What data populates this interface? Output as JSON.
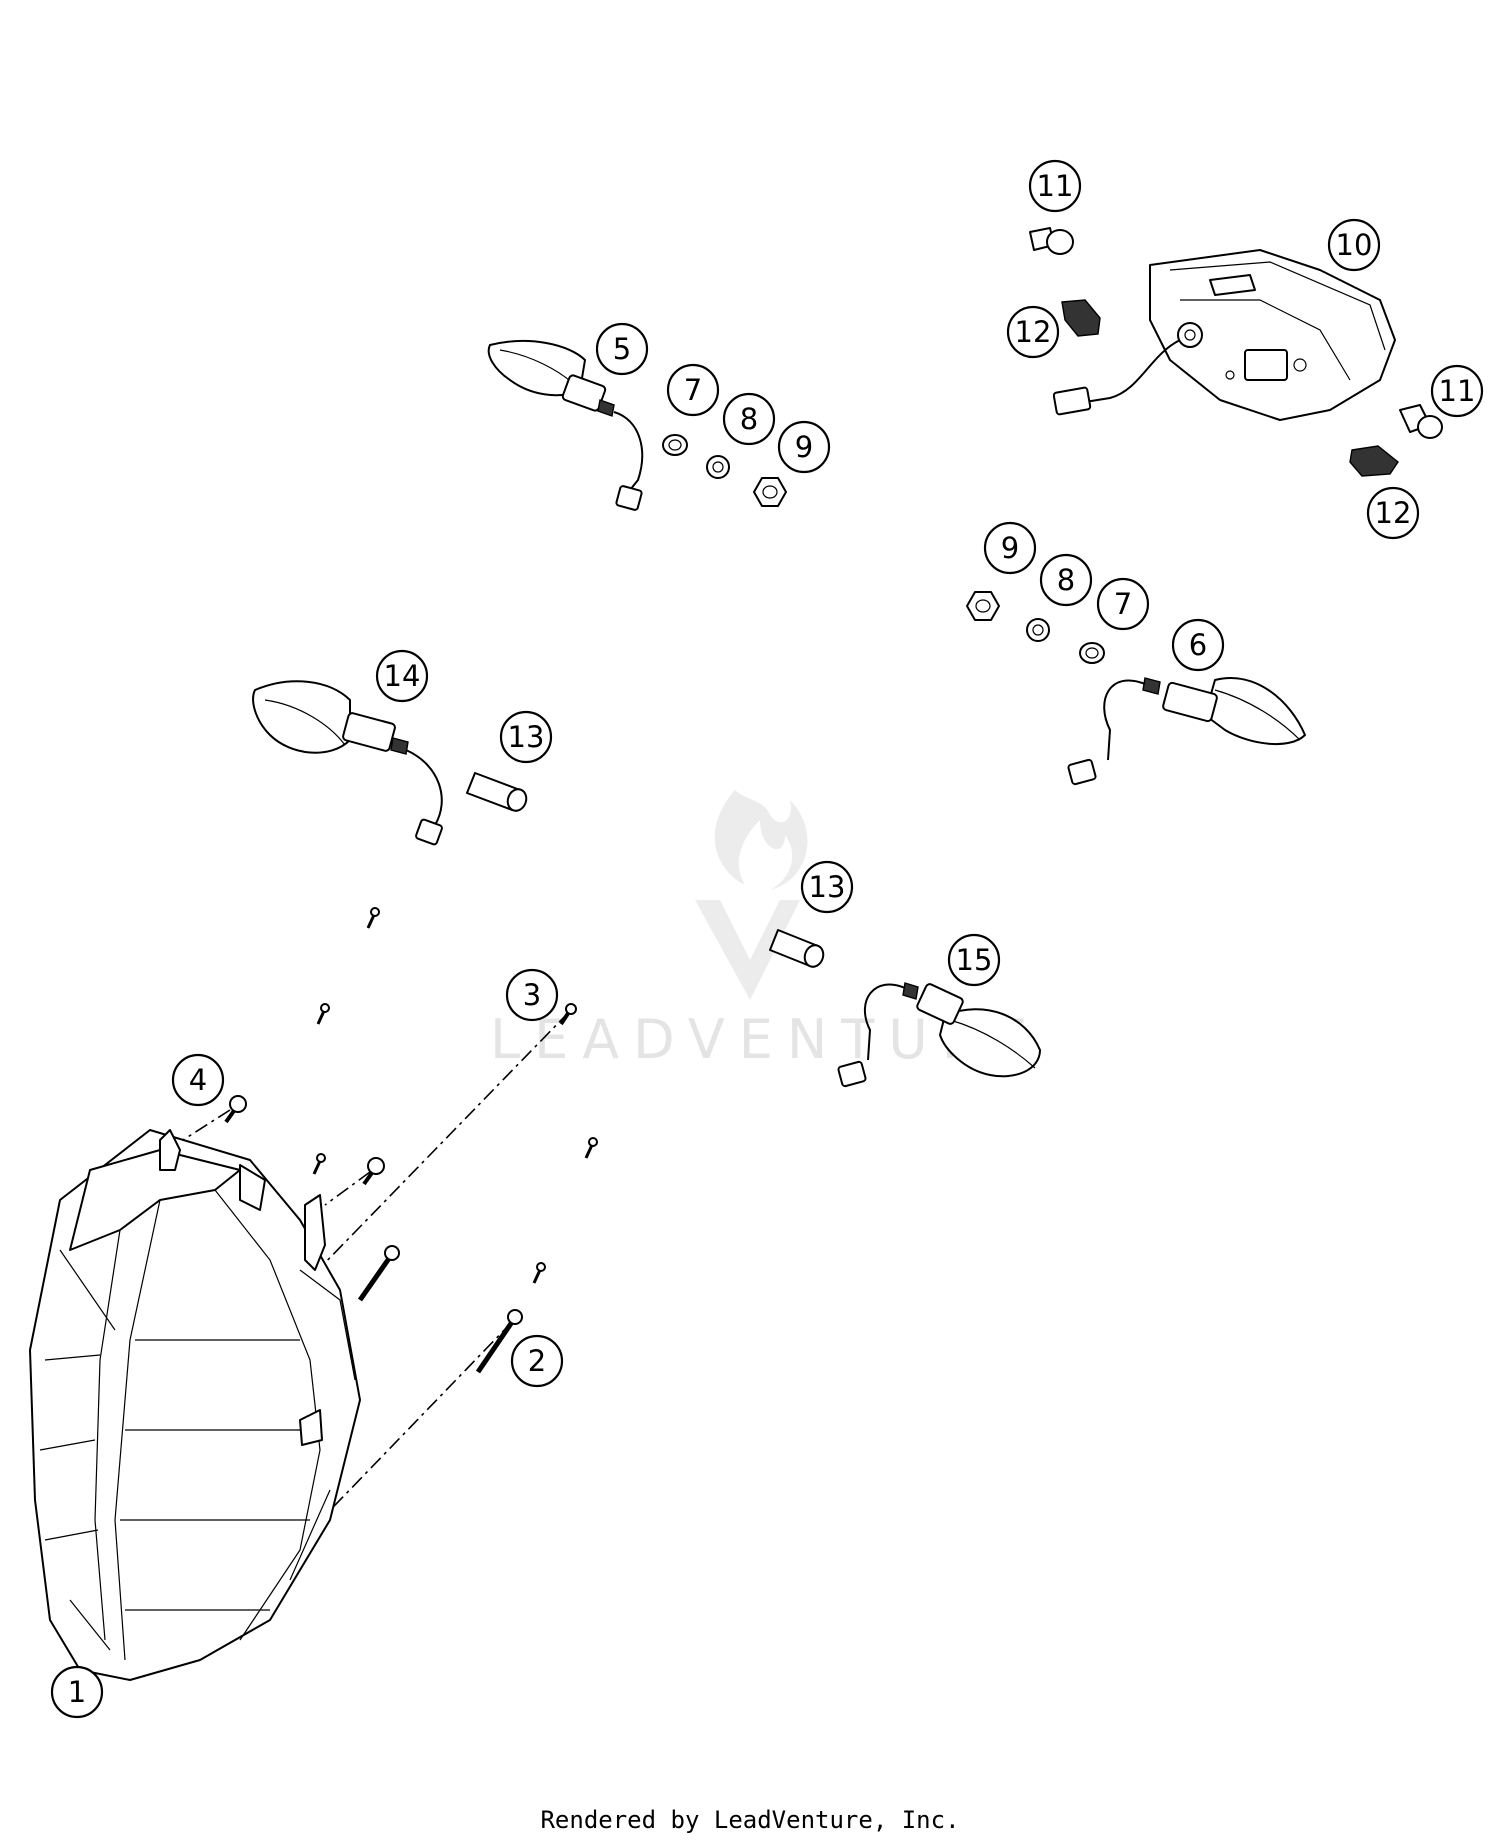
{
  "callouts": [
    {
      "label": "1"
    },
    {
      "label": "2"
    },
    {
      "label": "3"
    },
    {
      "label": "4"
    },
    {
      "label": "5"
    },
    {
      "label": "6"
    },
    {
      "label": "7"
    },
    {
      "label": "7"
    },
    {
      "label": "8"
    },
    {
      "label": "8"
    },
    {
      "label": "9"
    },
    {
      "label": "9"
    },
    {
      "label": "10"
    },
    {
      "label": "11"
    },
    {
      "label": "11"
    },
    {
      "label": "12"
    },
    {
      "label": "12"
    },
    {
      "label": "13"
    },
    {
      "label": "13"
    },
    {
      "label": "14"
    },
    {
      "label": "15"
    }
  ],
  "watermark": {
    "text": "LEADVENTURE"
  },
  "footer": {
    "text": "Rendered by LeadVenture, Inc."
  }
}
